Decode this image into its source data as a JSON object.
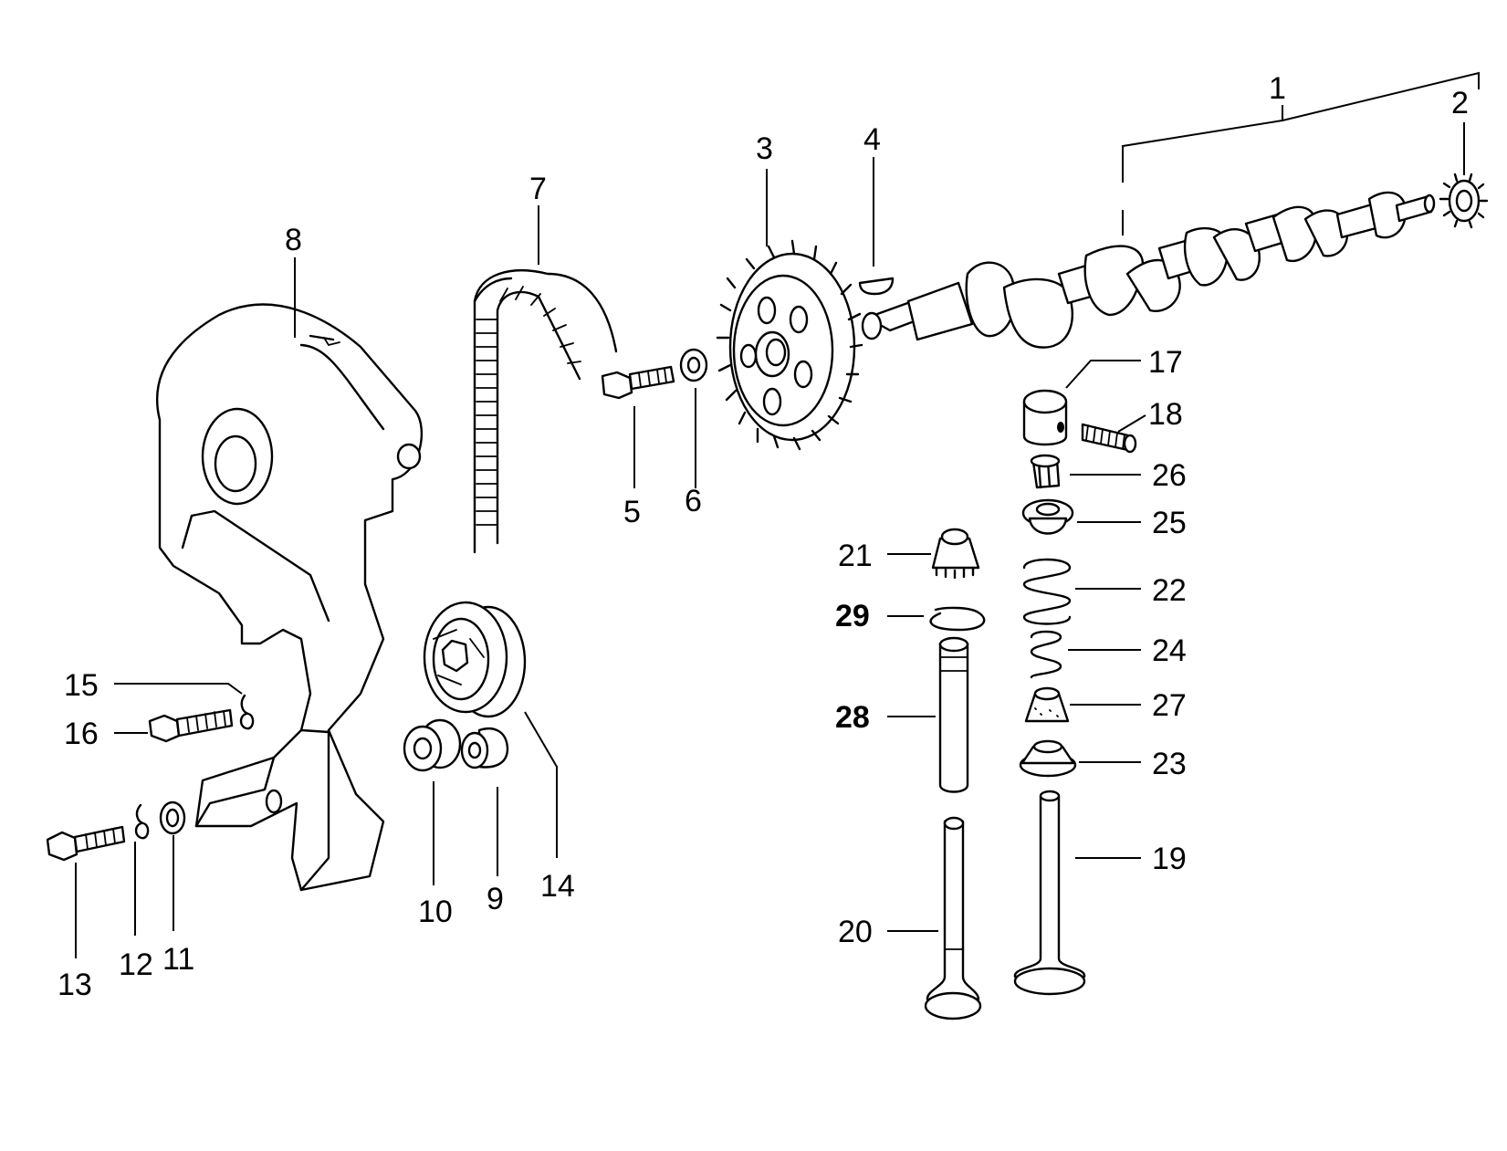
{
  "callouts": {
    "c1": "1",
    "c2": "2",
    "c3": "3",
    "c4": "4",
    "c5": "5",
    "c6": "6",
    "c7": "7",
    "c8": "8",
    "c9": "9",
    "c10": "10",
    "c11": "11",
    "c12": "12",
    "c13": "13",
    "c14": "14",
    "c15": "15",
    "c16": "16",
    "c17": "17",
    "c18": "18",
    "c19": "19",
    "c20": "20",
    "c21": "21",
    "c22": "22",
    "c23": "23",
    "c24": "24",
    "c25": "25",
    "c26": "26",
    "c27": "27",
    "c28": "28",
    "c29": "29"
  },
  "colors": {
    "ink": "#000000",
    "paper": "#ffffff"
  }
}
